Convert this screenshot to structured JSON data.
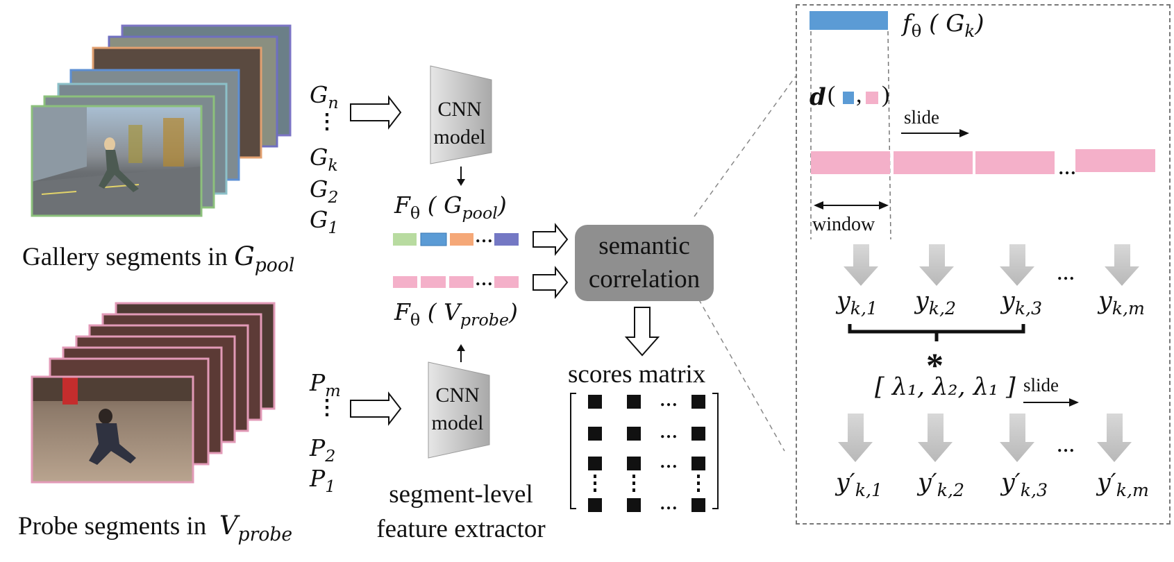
{
  "labels": {
    "gallery_caption": "Gallery segments in",
    "gallery_caption_math": "G",
    "gallery_caption_sub": "pool",
    "probe_caption": "Probe segments in",
    "probe_caption_math": "V",
    "probe_caption_sub": "probe",
    "cnn_top": [
      "CNN",
      "model"
    ],
    "cnn_bottom": [
      "CNN",
      "model"
    ],
    "feature_extractor": [
      "segment-level",
      "feature extractor"
    ],
    "semantic": [
      "semantic",
      "correlation"
    ],
    "scores_matrix": "scores matrix",
    "f_gallery": {
      "F": "F",
      "theta": "θ",
      "arg": "G",
      "sub": "pool"
    },
    "f_probe": {
      "F": "F",
      "theta": "θ",
      "arg": "V",
      "sub": "probe"
    },
    "dots": "…",
    "vdots": "⋮"
  },
  "gallery_segments": [
    {
      "base": "G",
      "sub": "n"
    },
    {
      "base": "G",
      "sub": "k"
    },
    {
      "base": "G",
      "sub": "2"
    },
    {
      "base": "G",
      "sub": "1"
    }
  ],
  "probe_segments": [
    {
      "base": "P",
      "sub": "m"
    },
    {
      "base": "P",
      "sub": "2"
    },
    {
      "base": "P",
      "sub": "1"
    }
  ],
  "right_panel": {
    "f_gk": {
      "f": "f",
      "theta": "θ",
      "arg": "G",
      "sub": "k"
    },
    "d_label": "d",
    "slide_top": "slide",
    "window": "window",
    "y": [
      {
        "base": "y",
        "sub": "k,1"
      },
      {
        "base": "y",
        "sub": "k,2"
      },
      {
        "base": "y",
        "sub": "k,3"
      },
      {
        "base": "y",
        "sub": "k,m"
      }
    ],
    "star": "*",
    "lambda": "[ λ₁, λ₂, λ₁ ]",
    "slide_bottom": "slide",
    "y_prime": [
      {
        "base": "y′",
        "sub": "k,1"
      },
      {
        "base": "y′",
        "sub": "k,2"
      },
      {
        "base": "y′",
        "sub": "k,3"
      },
      {
        "base": "y′",
        "sub": "k,m"
      }
    ]
  },
  "colors": {
    "gallery_frames": [
      "#7b74c4",
      "#6f6fc0",
      "#e2a070",
      "#5d8fd3",
      "#8cc0c8",
      "#8cc07c"
    ],
    "probe_frame": "#e29ab7",
    "blue": "#5b9bd5",
    "pink": "#f4b0c9",
    "green": "#b8dba0",
    "orange": "#f5a878",
    "purple": "#7478c4",
    "arrow_gray": "#c8c8c8",
    "pill_gray": "#8f8f8f"
  }
}
